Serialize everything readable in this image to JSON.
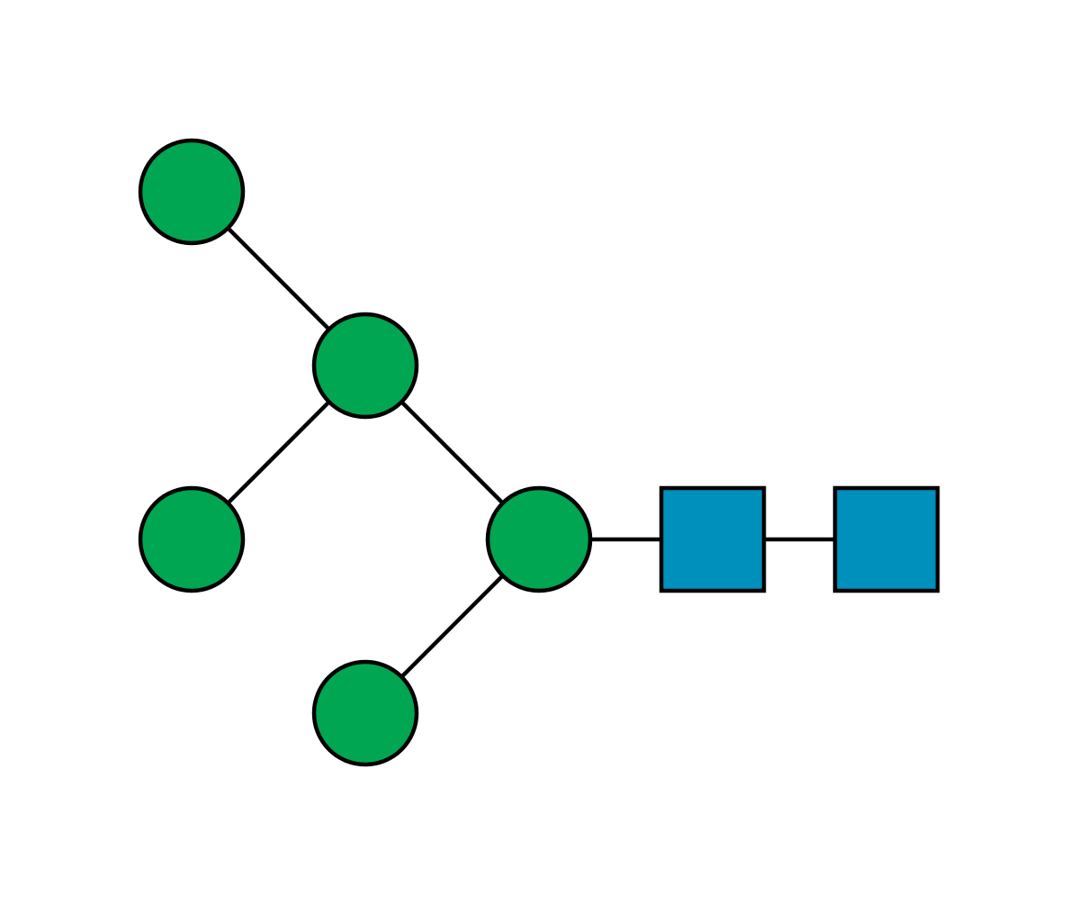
{
  "diagram": {
    "type": "glycan-structure",
    "colors": {
      "background": "#ffffff",
      "outline": "#000000",
      "mannose_fill": "#00A651",
      "glcnac_fill": "#0090BC"
    },
    "residues": [
      {
        "id": "glcnac-reducing",
        "shape": "square",
        "symbol": "blue-square"
      },
      {
        "id": "glcnac-2",
        "shape": "square",
        "symbol": "blue-square"
      },
      {
        "id": "mannose-core",
        "shape": "circle",
        "symbol": "green-circle"
      },
      {
        "id": "mannose-branch-lower",
        "shape": "circle",
        "symbol": "green-circle"
      },
      {
        "id": "mannose-branch-upper",
        "shape": "circle",
        "symbol": "green-circle"
      },
      {
        "id": "mannose-terminal-top",
        "shape": "circle",
        "symbol": "green-circle"
      },
      {
        "id": "mannose-terminal-left",
        "shape": "circle",
        "symbol": "green-circle"
      }
    ],
    "links": [
      {
        "from": "glcnac-reducing",
        "to": "glcnac-2"
      },
      {
        "from": "glcnac-2",
        "to": "mannose-core"
      },
      {
        "from": "mannose-core",
        "to": "mannose-branch-lower"
      },
      {
        "from": "mannose-core",
        "to": "mannose-branch-upper"
      },
      {
        "from": "mannose-branch-upper",
        "to": "mannose-terminal-top"
      },
      {
        "from": "mannose-branch-upper",
        "to": "mannose-terminal-left"
      }
    ]
  }
}
